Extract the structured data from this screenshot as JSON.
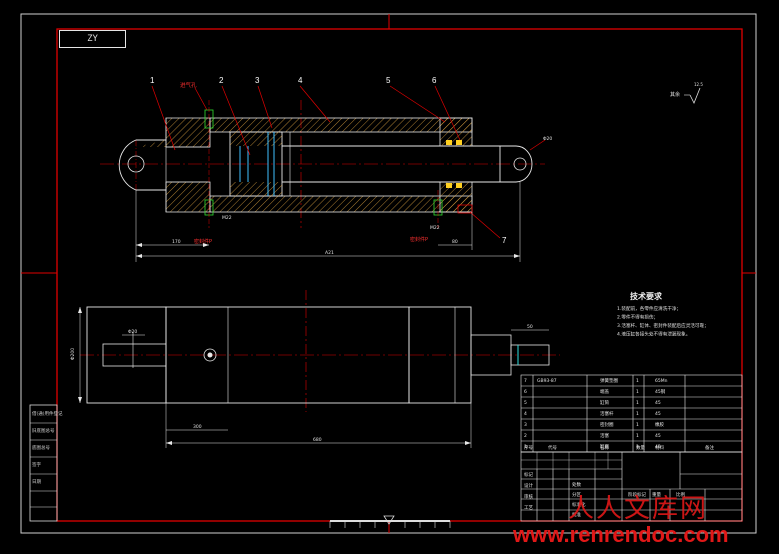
{
  "drawing": {
    "stamp_text": "ZY",
    "part_numbers": [
      "1",
      "2",
      "3",
      "4",
      "5",
      "6",
      "7"
    ],
    "roughness_label": "其余",
    "roughness_value": "12.5",
    "front_labels": {
      "oil_inlet": "进气孔",
      "port_a": "M22",
      "port_b": "M22",
      "seal_left": "密封件P",
      "seal_right": "密封件P",
      "eye_dia": "Φ20",
      "dim_left": "170",
      "dim_total": "A21",
      "dim_right": "80"
    },
    "bottom_labels": {
      "dim_height": "Φ200",
      "dim_left": "300",
      "dim_total": "680",
      "dim_rod": "50",
      "bore": "Φ20"
    }
  },
  "tech_requirements": {
    "title": "技术要求",
    "lines": [
      "1.装配前，各零件应清洗干净；",
      "2.零件不得有损伤；",
      "3.活塞杆、缸体、密封件装配后应灵活可靠；",
      "4.液压缸各接头处不得有泄漏现象。"
    ]
  },
  "bom": {
    "rows": [
      {
        "no": "7",
        "code": "GB93-87",
        "name": "弹簧垫圈",
        "qty": "1",
        "material": "65Mn",
        "note": ""
      },
      {
        "no": "6",
        "code": "",
        "name": "端盖",
        "qty": "1",
        "material": "45钢",
        "note": ""
      },
      {
        "no": "5",
        "code": "",
        "name": "缸筒",
        "qty": "1",
        "material": "45",
        "note": ""
      },
      {
        "no": "4",
        "code": "",
        "name": "活塞杆",
        "qty": "1",
        "material": "45",
        "note": ""
      },
      {
        "no": "3",
        "code": "",
        "name": "密封圈",
        "qty": "1",
        "material": "橡胶",
        "note": ""
      },
      {
        "no": "2",
        "code": "",
        "name": "活塞",
        "qty": "1",
        "material": "45",
        "note": ""
      },
      {
        "no": "1",
        "code": "",
        "name": "缸底",
        "qty": "1",
        "material": "45",
        "note": ""
      }
    ],
    "header": {
      "no": "序号",
      "code": "代号",
      "name": "名称",
      "qty": "数量",
      "material": "材料",
      "note": "备注"
    }
  },
  "title_block": {
    "left_col": [
      "标记",
      "设计",
      "审核",
      "工艺"
    ],
    "mid": [
      "处数",
      "分区",
      "标准化",
      "批准"
    ],
    "right": [
      "阶段标记",
      "重量",
      "比例"
    ]
  },
  "side_strip": [
    "借(通)用件登记",
    "旧底图总号",
    "底图总号",
    "签字",
    "日期"
  ],
  "watermark": {
    "cn": "人人文库网",
    "url": "www.renrendoc.com"
  }
}
